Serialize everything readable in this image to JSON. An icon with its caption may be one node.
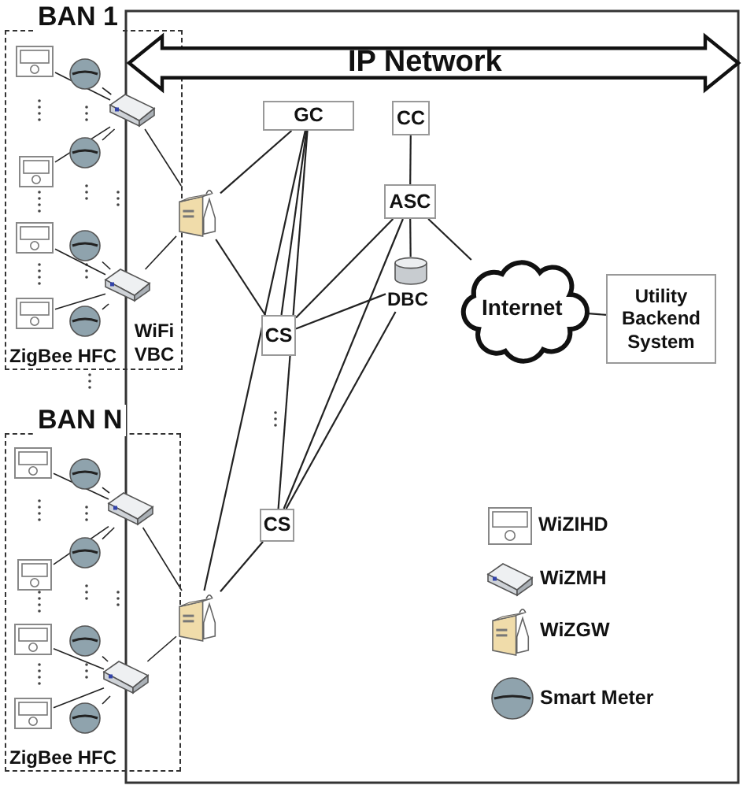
{
  "diagram": {
    "nodes": [
      {
        "text": [
          "BAN 1",
          "ZigBee HFC",
          "WiFi VBC"
        ]
      },
      {
        "text": [],
        "shape": "display",
        "in": 0
      },
      {
        "text": [],
        "shape": "meter",
        "in": 0
      },
      {
        "text": [],
        "shape": "display",
        "in": 0
      },
      {
        "text": [],
        "shape": "meter",
        "in": 0
      },
      {
        "text": [],
        "shape": "display",
        "in": 0
      },
      {
        "text": [],
        "shape": "meter",
        "in": 0
      },
      {
        "text": [],
        "shape": "display",
        "in": 0
      },
      {
        "text": [],
        "shape": "meter",
        "in": 0
      },
      {
        "text": [],
        "shape": "hub",
        "in": 0
      },
      {
        "text": [],
        "shape": "hub",
        "in": 0
      },
      {
        "text": [],
        "shape": "gateway"
      },
      {
        "text": [
          "IP Network"
        ]
      },
      {
        "text": [
          "GC"
        ]
      },
      {
        "text": [
          "CC"
        ]
      },
      {
        "text": [
          "ASC"
        ]
      },
      {
        "text": [
          "DBC"
        ]
      },
      {
        "text": [
          "Internet"
        ]
      },
      {
        "text": [
          "Utility Backend System"
        ]
      },
      {
        "text": [
          "CS"
        ]
      },
      {
        "text": [
          "BAN N",
          "ZigBee HFC"
        ]
      },
      {
        "text": [],
        "shape": "display",
        "in": 20
      },
      {
        "text": [],
        "shape": "meter",
        "in": 20
      },
      {
        "text": [],
        "shape": "display",
        "in": 20
      },
      {
        "text": [],
        "shape": "meter",
        "in": 20
      },
      {
        "text": [],
        "shape": "display",
        "in": 20
      },
      {
        "text": [],
        "shape": "meter",
        "in": 20
      },
      {
        "text": [],
        "shape": "display",
        "in": 20
      },
      {
        "text": [],
        "shape": "meter",
        "in": 20
      },
      {
        "text": [],
        "shape": "hub",
        "in": 20
      },
      {
        "text": [],
        "shape": "hub",
        "in": 20
      },
      {
        "text": [],
        "shape": "gateway"
      },
      {
        "text": [
          "CS"
        ]
      }
    ],
    "edges": [
      {
        "from": 1,
        "to": 9,
        "arrow": "none"
      },
      {
        "from": 2,
        "to": 9,
        "arrow": "none"
      },
      {
        "from": 3,
        "to": 9,
        "arrow": "none"
      },
      {
        "from": 4,
        "to": 9,
        "arrow": "none"
      },
      {
        "from": 5,
        "to": 10,
        "arrow": "none"
      },
      {
        "from": 6,
        "to": 10,
        "arrow": "none"
      },
      {
        "from": 7,
        "to": 10,
        "arrow": "none"
      },
      {
        "from": 8,
        "to": 10,
        "arrow": "none"
      },
      {
        "from": 9,
        "to": 11,
        "arrow": "none"
      },
      {
        "from": 10,
        "to": 11,
        "arrow": "none"
      },
      {
        "from": 11,
        "to": 13,
        "arrow": "none"
      },
      {
        "from": 11,
        "to": 19,
        "arrow": "none"
      },
      {
        "from": 13,
        "to": 19,
        "arrow": "none"
      },
      {
        "from": 13,
        "to": 32,
        "arrow": "none"
      },
      {
        "from": 13,
        "to": 31,
        "arrow": "none"
      },
      {
        "from": 14,
        "to": 15,
        "arrow": "none"
      },
      {
        "from": 15,
        "to": 16,
        "arrow": "none"
      },
      {
        "from": 15,
        "to": 17,
        "arrow": "none"
      },
      {
        "from": 17,
        "to": 18,
        "arrow": "none"
      },
      {
        "from": 15,
        "to": 19,
        "arrow": "none"
      },
      {
        "from": 15,
        "to": 32,
        "arrow": "none"
      },
      {
        "from": 16,
        "to": 19,
        "arrow": "none"
      },
      {
        "from": 16,
        "to": 32,
        "arrow": "none"
      },
      {
        "from": 21,
        "to": 29,
        "arrow": "none"
      },
      {
        "from": 22,
        "to": 29,
        "arrow": "none"
      },
      {
        "from": 23,
        "to": 29,
        "arrow": "none"
      },
      {
        "from": 24,
        "to": 29,
        "arrow": "none"
      },
      {
        "from": 25,
        "to": 30,
        "arrow": "none"
      },
      {
        "from": 26,
        "to": 30,
        "arrow": "none"
      },
      {
        "from": 27,
        "to": 30,
        "arrow": "none"
      },
      {
        "from": 28,
        "to": 30,
        "arrow": "none"
      },
      {
        "from": 29,
        "to": 31,
        "arrow": "none"
      },
      {
        "from": 30,
        "to": 31,
        "arrow": "none"
      },
      {
        "from": 31,
        "to": 32,
        "arrow": "none"
      }
    ],
    "legend": [
      {
        "text": "WiZIHD"
      },
      {
        "text": "WiZMH"
      },
      {
        "text": "WiZGW"
      },
      {
        "text": "Smart Meter"
      }
    ]
  }
}
